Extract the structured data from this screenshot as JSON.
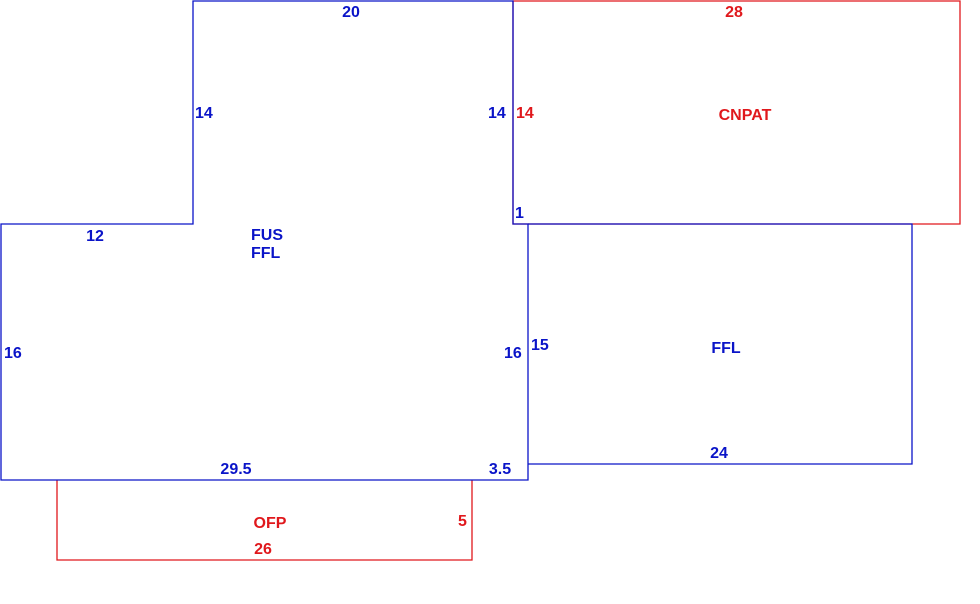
{
  "colors": {
    "living_area": "#0a14c8",
    "porch_area": "#e0181c",
    "background": "#ffffff"
  },
  "areas": {
    "main": {
      "labels": [
        "FUS",
        "FFL"
      ]
    },
    "right_addition": {
      "label": "FFL"
    },
    "carport": {
      "label": "CNPAT"
    },
    "porch": {
      "label": "OFP"
    }
  },
  "dimensions": {
    "main_top": "20",
    "main_upper_left_side": "14",
    "main_upper_right_side": "14",
    "main_left_step": "12",
    "main_left_side": "16",
    "main_right_side": "16",
    "main_bottom": "29.5",
    "main_jog": "3.5",
    "jog_offset": "1",
    "carport_top": "28",
    "carport_left": "14",
    "right_addition_left": "15",
    "right_addition_bottom": "24",
    "porch_bottom": "26",
    "porch_right": "5"
  }
}
